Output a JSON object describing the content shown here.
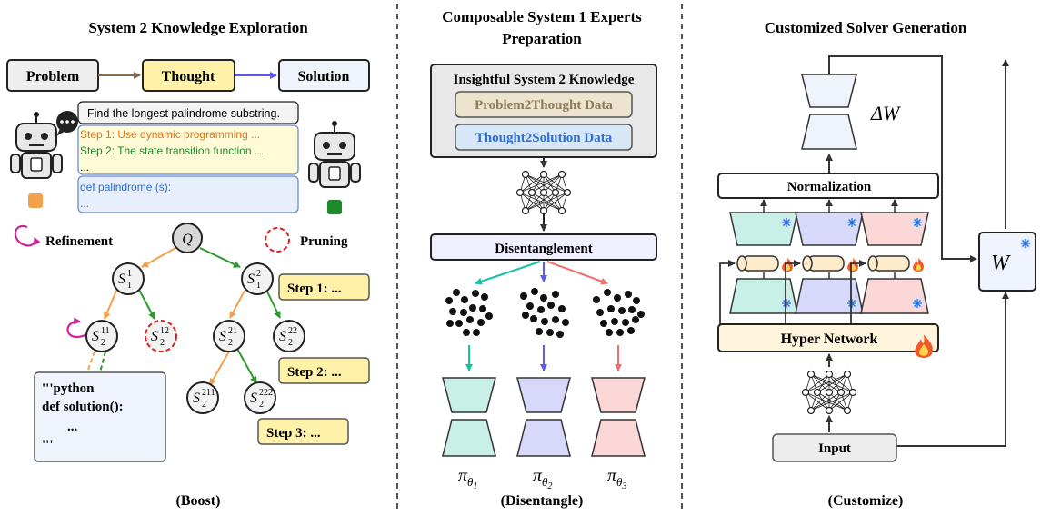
{
  "panels": {
    "left": {
      "title": "System 2 Knowledge Exploration",
      "caption": "(Boost)",
      "flow": [
        "Problem",
        "Thought",
        "Solution"
      ],
      "prompt": "Find the longest palindrome substring.",
      "steps": [
        "Step 1: Use dynamic programming ...",
        "Step 2: The state transition function ...",
        "..."
      ],
      "code": [
        "def palindrome (s):",
        "..."
      ],
      "legend": {
        "refinement": "Refinement",
        "pruning": "Pruning"
      },
      "tree": {
        "root": "Q",
        "nodes": [
          {
            "base": "S",
            "sub": "1",
            "sup": "1"
          },
          {
            "base": "S",
            "sub": "1",
            "sup": "2"
          },
          {
            "base": "S",
            "sub": "2",
            "sup": "11"
          },
          {
            "base": "S",
            "sub": "2",
            "sup": "12"
          },
          {
            "base": "S",
            "sub": "2",
            "sup": "21"
          },
          {
            "base": "S",
            "sub": "2",
            "sup": "22"
          },
          {
            "base": "S",
            "sub": "2",
            "sup": "211"
          },
          {
            "base": "S",
            "sub": "2",
            "sup": "222"
          }
        ]
      },
      "step_labels": [
        "Step 1: ...",
        "Step 2: ...",
        "Step 3: ..."
      ],
      "code_block": [
        "'''python",
        "def solution():",
        "...",
        "'''"
      ]
    },
    "middle": {
      "title_line1": "Composable System 1 Experts",
      "title_line2": "Preparation",
      "caption": "(Disentangle)",
      "knowledge_title": "Insightful System 2 Knowledge",
      "data1": "Problem2Thought Data",
      "data2": "Thought2Solution Data",
      "disentangle": "Disentanglement",
      "experts": [
        {
          "base": "π",
          "sub": "θ",
          "subsub": "1"
        },
        {
          "base": "π",
          "sub": "θ",
          "subsub": "2"
        },
        {
          "base": "π",
          "sub": "θ",
          "subsub": "3"
        }
      ]
    },
    "right": {
      "title": "Customized Solver Generation",
      "caption": "(Customize)",
      "delta": "ΔW",
      "normalization": "Normalization",
      "hyper": "Hyper Network",
      "input": "Input",
      "weight": "W"
    }
  },
  "colors": {
    "orange": "#f5a04a",
    "green": "#2e9a2e",
    "teal": "#1bbfa8",
    "blue_purple": "#5b5bf0",
    "salmon": "#f07070",
    "thought_yellow": "#fff2a8",
    "hyper_bg": "#fff5dc"
  },
  "icons": [
    "robot-left-icon",
    "robot-right-icon",
    "chat-bubble-icon",
    "refinement-arrow-icon",
    "pruning-circle-icon",
    "neural-net-icon",
    "snowflake-icon",
    "fire-icon"
  ]
}
